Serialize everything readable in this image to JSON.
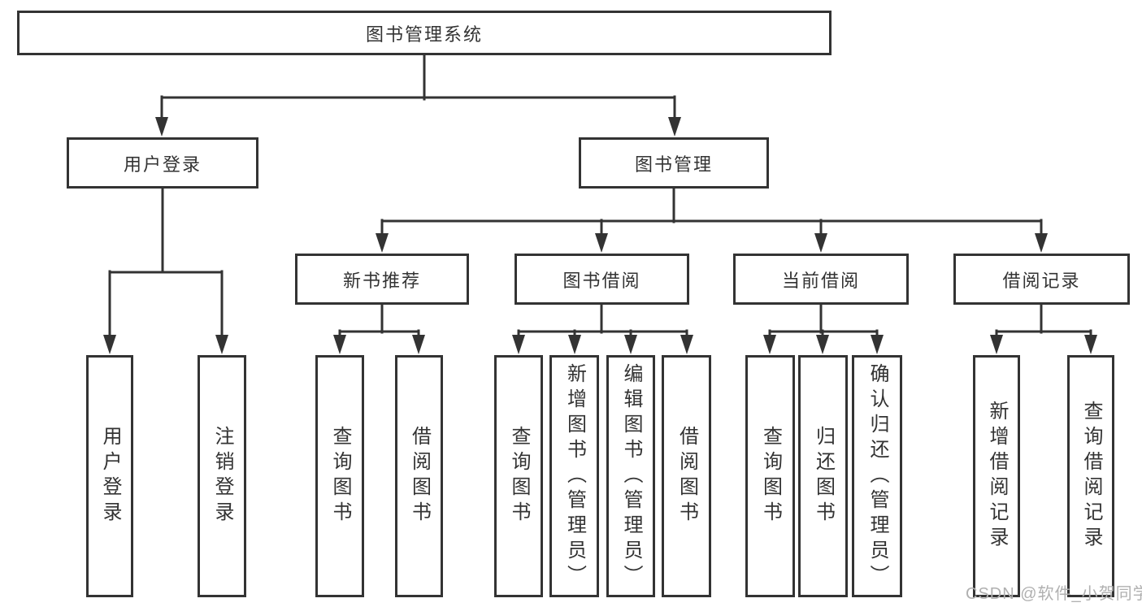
{
  "tree": {
    "root_label": "图书管理系统",
    "branches": [
      {
        "label": "用户登录",
        "children": [
          "用户登录",
          "注销登录"
        ]
      },
      {
        "label": "图书管理",
        "sections": [
          {
            "label": "新书推荐",
            "children": [
              "查询图书",
              "借阅图书"
            ]
          },
          {
            "label": "图书借阅",
            "children": [
              "查询图书",
              "新增图书（管理员）",
              "编辑图书（管理员）",
              "借阅图书"
            ]
          },
          {
            "label": "当前借阅",
            "children": [
              "查询图书",
              "归还图书",
              "确认归还（管理员）"
            ]
          },
          {
            "label": "借阅记录",
            "children": [
              "新增借阅记录",
              "查询借阅记录"
            ]
          }
        ]
      }
    ]
  },
  "watermark": {
    "text": "CSDN @软件_小贺同学",
    "color": "#b0b0b0"
  },
  "colors": {
    "line": "#333333",
    "box_border": "#333333",
    "text": "#333333",
    "background": "#ffffff"
  }
}
